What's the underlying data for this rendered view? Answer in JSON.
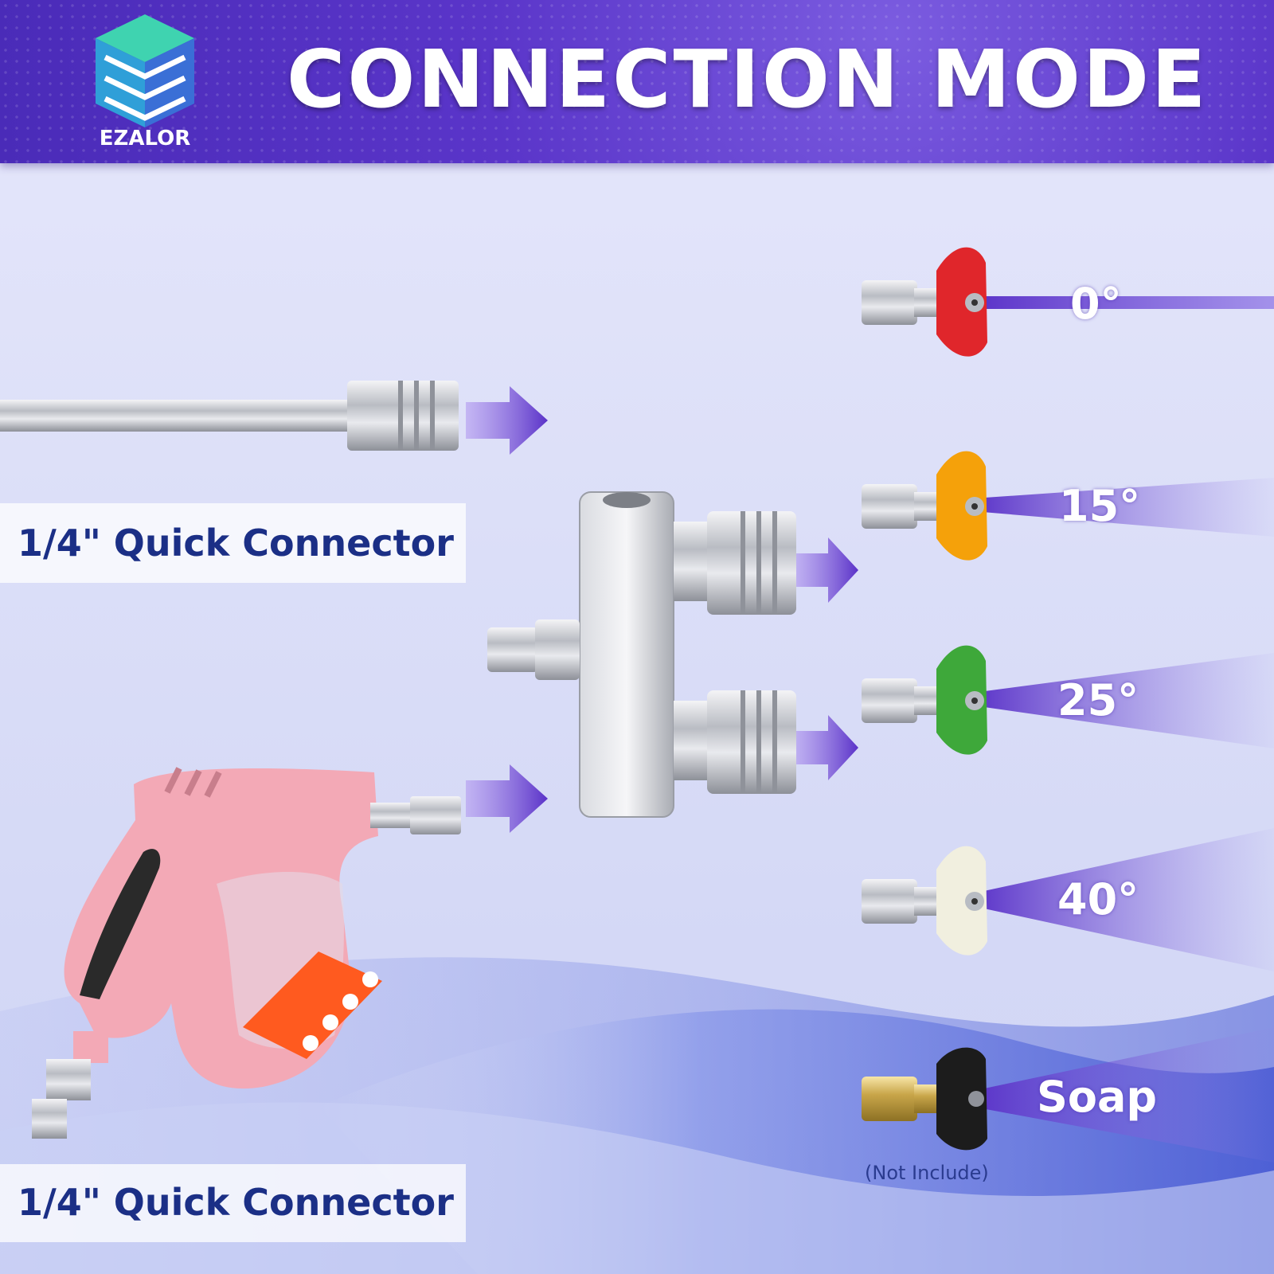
{
  "header": {
    "title": "CONNECTION MODE",
    "brand": "EZALOR"
  },
  "labels": {
    "top_connector": "1/4\" Quick Connector",
    "bottom_connector": "1/4\" Quick Connector"
  },
  "nozzles": [
    {
      "label": "0°",
      "color": "#e0262b"
    },
    {
      "label": "15°",
      "color": "#f5a10a"
    },
    {
      "label": "25°",
      "color": "#3ea83a"
    },
    {
      "label": "40°",
      "color": "#f1efdf"
    },
    {
      "label": "Soap",
      "color": "#1c1c1c",
      "note": "(Not Include)"
    }
  ],
  "colors": {
    "accent": "#5a35c9",
    "label_text": "#1b2f86",
    "gun": "#f3a9b6",
    "gun_guard": "#ff5a1f"
  }
}
